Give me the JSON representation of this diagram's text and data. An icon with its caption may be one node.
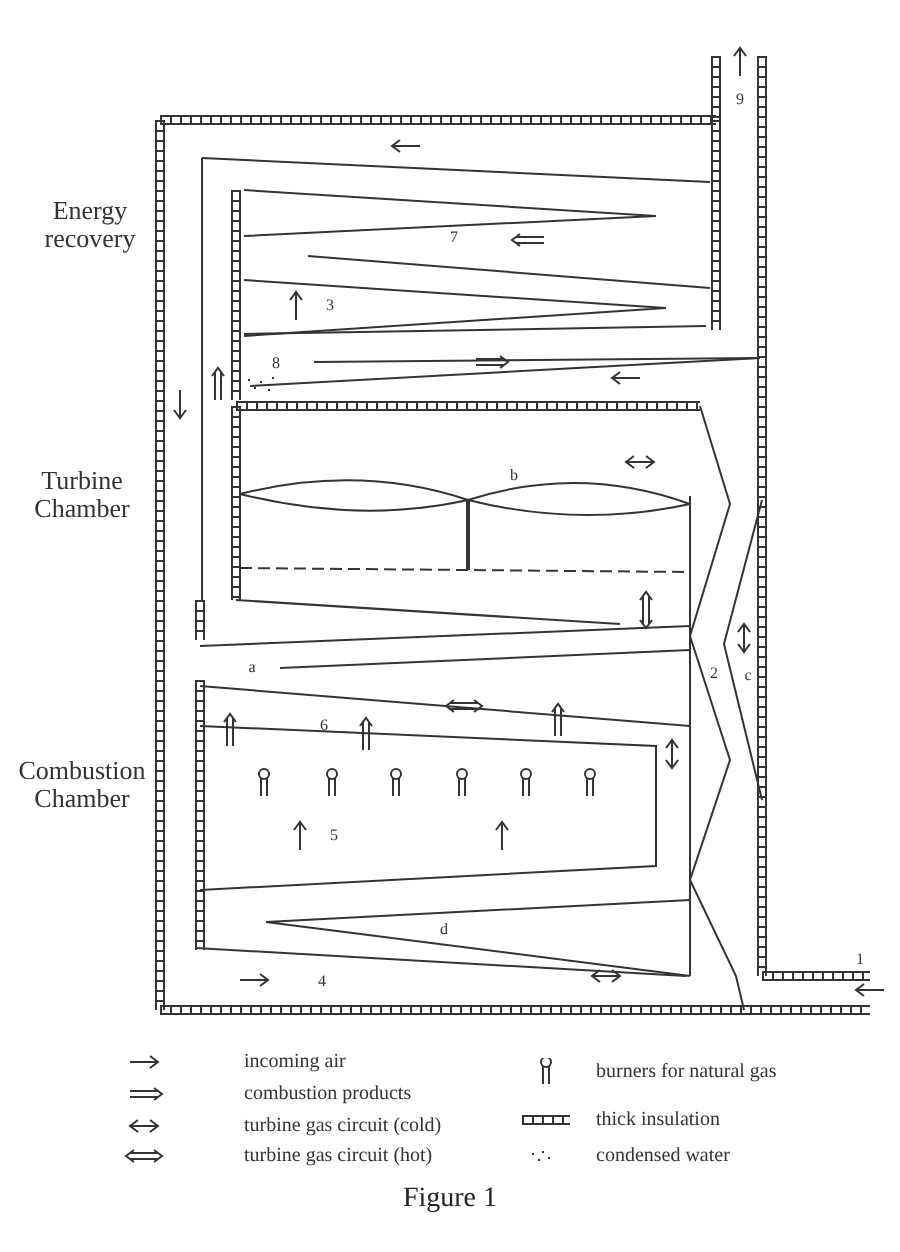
{
  "diagram": {
    "caption": "Figure 1",
    "labels": [
      "9",
      "Energy recovery",
      "7",
      "3",
      "8",
      "Turbine Chamber",
      "b",
      "a",
      "2",
      "c",
      "6",
      "Combustion Chamber",
      "5",
      "d",
      "1",
      "4"
    ],
    "legend": [
      {
        "text": "incoming air"
      },
      {
        "text": "combustion products"
      },
      {
        "text": "turbine gas circuit (cold)"
      },
      {
        "text": "turbine gas circuit (hot)"
      },
      {
        "text": "burners for natural gas"
      },
      {
        "text": "thick insulation"
      },
      {
        "text": "condensed water"
      }
    ]
  }
}
